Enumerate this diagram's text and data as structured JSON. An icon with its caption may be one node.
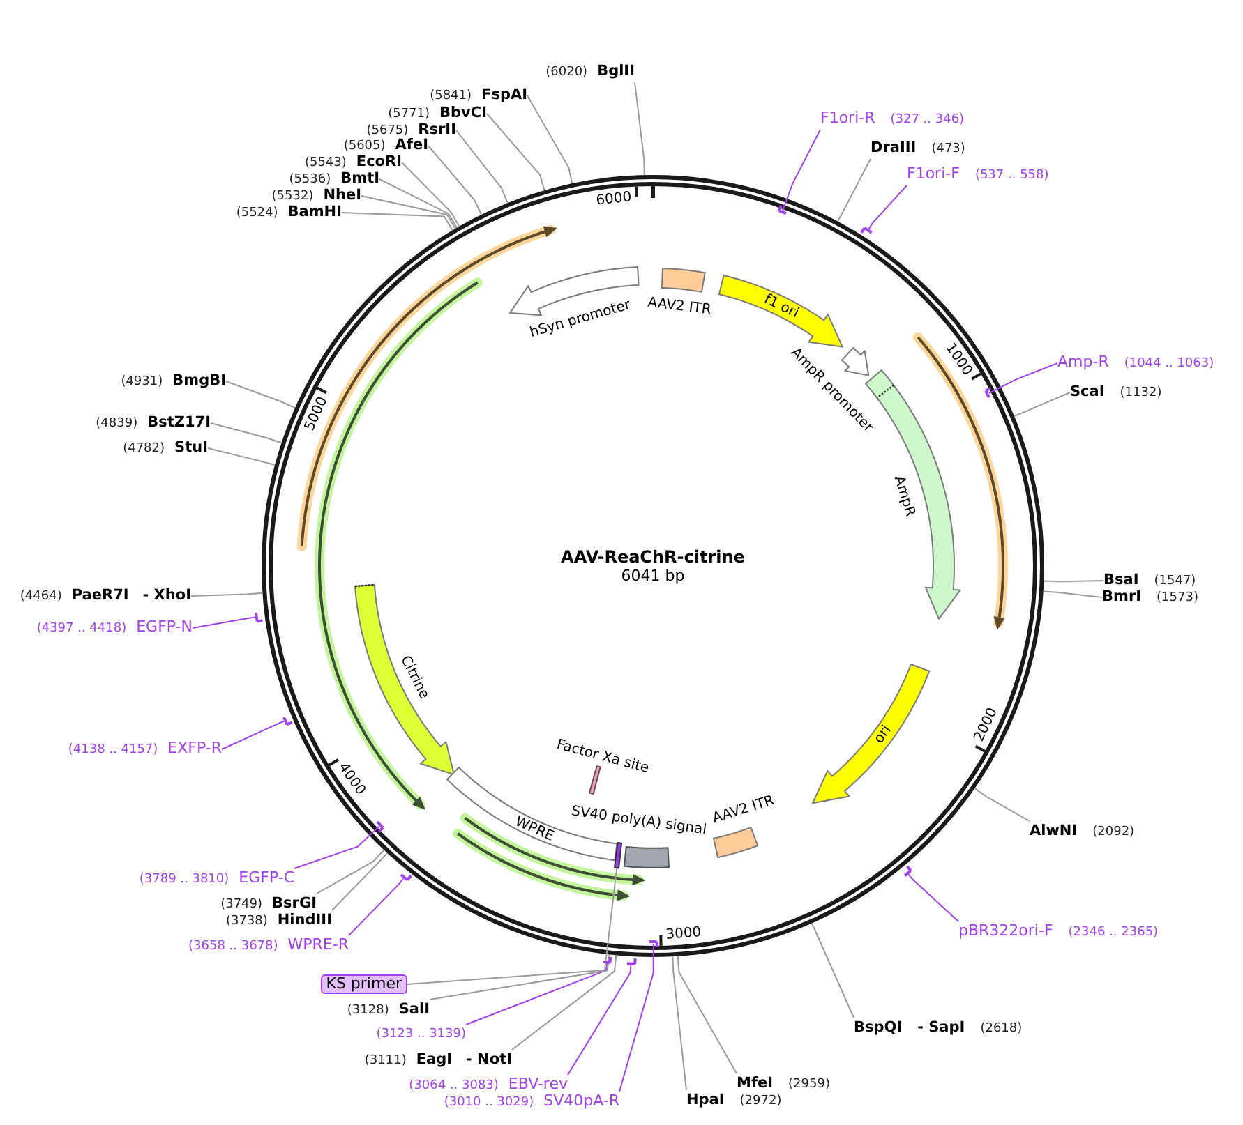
{
  "diagram": {
    "nodes": [
      {
        "text": [
          "AAV-ReaChR-citrine",
          "6041 bp"
        ]
      },
      {
        "text": [],
        "shape": "arrow",
        "in": 0,
        "beside": [
          "hSyn promoter"
        ]
      },
      {
        "text": [],
        "shape": "box",
        "in": 0,
        "beside": [
          "AAV2 ITR"
        ]
      },
      {
        "text": [
          "f1 ori"
        ],
        "in": 0
      },
      {
        "text": [],
        "shape": "arrow",
        "in": 0,
        "beside": [
          "AmpR promoter"
        ]
      },
      {
        "text": [],
        "shape": "arrow",
        "in": 0,
        "beside": [
          "AmpR"
        ]
      },
      {
        "text": [
          "ori"
        ],
        "in": 0
      },
      {
        "text": [],
        "shape": "box",
        "in": 0,
        "beside": [
          "AAV2 ITR"
        ]
      },
      {
        "text": [],
        "shape": "arrow",
        "in": 0,
        "beside": [
          "Citrine"
        ]
      },
      {
        "text": [],
        "shape": "bar",
        "in": 0,
        "beside": [
          "Factor Xa site"
        ]
      },
      {
        "text": [],
        "shape": "box",
        "in": 0
      },
      {
        "text": [
          "WPRE"
        ],
        "in": 0
      },
      {
        "text": [],
        "shape": "bar",
        "in": 0
      },
      {
        "text": [
          "(6020)",
          "BglII"
        ]
      },
      {
        "text": [
          "F1ori-R",
          "(327 .. 346)"
        ]
      },
      {
        "text": [],
        "shape": "line",
        "in": 0
      },
      {
        "text": [
          "DraIII",
          "(473)"
        ]
      },
      {
        "text": [
          "F1ori-F",
          "(537 .. 558)"
        ]
      },
      {
        "text": [],
        "shape": "line"
      },
      {
        "text": [
          "Amp-R",
          "(1044 .. 1063)"
        ]
      },
      {
        "text": [],
        "shape": "line",
        "in": 0
      },
      {
        "text": [
          "ScaI",
          "(1132)"
        ]
      },
      {
        "text": [
          "BsaI",
          "(1547)"
        ]
      },
      {
        "text": [
          "BmrI",
          "(1573)"
        ]
      },
      {
        "text": [
          "AlwNI",
          "(2092)"
        ]
      },
      {
        "text": [
          "pBR322ori-F",
          "(2346 .. 2365)"
        ]
      },
      {
        "text": [],
        "shape": "line"
      },
      {
        "text": [
          "BspQI",
          "- SapI",
          "(2618)"
        ]
      },
      {
        "text": [
          "MfeI",
          "(2959)"
        ]
      },
      {
        "text": [
          "HpaI",
          "(2972)"
        ]
      },
      {
        "text": [
          "(3010 .. 3029)",
          "SV40pA-R"
        ]
      },
      {
        "text": [],
        "shape": "line",
        "in": 0
      },
      {
        "text": [
          "(3064 .. 3083)",
          "EBV-rev"
        ]
      },
      {
        "text": [],
        "shape": "line"
      },
      {
        "text": [
          "(3111)",
          "EagI",
          "- NotI"
        ]
      },
      {
        "text": [
          "(3123 .. 3139)"
        ]
      },
      {
        "text": [],
        "shape": "line"
      },
      {
        "text": [
          "(3128)",
          "SalI"
        ]
      },
      {
        "text": [
          "KS primer"
        ]
      },
      {
        "text": [
          "(3658 .. 3678)",
          "WPRE-R"
        ]
      },
      {
        "text": [],
        "shape": "line"
      },
      {
        "text": [
          "(3738)",
          "HindIII"
        ]
      },
      {
        "text": [
          "(3749)",
          "BsrGI"
        ]
      },
      {
        "text": [
          "(3789 .. 3810)",
          "EGFP-C"
        ]
      },
      {
        "text": [],
        "shape": "line",
        "in": 0
      },
      {
        "text": [
          "(4138 .. 4157)",
          "EXFP-R"
        ]
      },
      {
        "text": [],
        "shape": "line"
      },
      {
        "text": [
          "(4397 .. 4418)",
          "EGFP-N"
        ]
      },
      {
        "text": [],
        "shape": "line"
      },
      {
        "text": [
          "(4464)",
          "PaeR7I",
          "- XhoI"
        ]
      },
      {
        "text": [
          "(4782)",
          "StuI"
        ]
      },
      {
        "text": [
          "(4839)",
          "BstZ17I"
        ]
      },
      {
        "text": [
          "(4931)",
          "BmgBI"
        ]
      },
      {
        "text": [
          "(5524)",
          "BamHI"
        ]
      },
      {
        "text": [
          "(5532)",
          "NheI"
        ]
      },
      {
        "text": [
          "(5536)",
          "BmtI"
        ]
      },
      {
        "text": [
          "(5543)",
          "EcoRI"
        ]
      },
      {
        "text": [
          "(5605)",
          "AfeI"
        ]
      },
      {
        "text": [
          "(5675)",
          "RsrII"
        ]
      },
      {
        "text": [
          "(5771)",
          "BbvCI"
        ]
      },
      {
        "text": [
          "(5841)",
          "FspAI"
        ]
      }
    ],
    "edges": [
      {
        "from": 13,
        "to": 0,
        "arrow": "none"
      },
      {
        "from": 14,
        "to": 15,
        "arrow": "none",
        "color": "#a040f0"
      },
      {
        "from": 16,
        "to": 0,
        "arrow": "none"
      },
      {
        "from": 17,
        "to": 18,
        "arrow": "none",
        "color": "#a040f0"
      },
      {
        "from": 19,
        "to": 20,
        "arrow": "none",
        "color": "#a040f0"
      },
      {
        "from": 21,
        "to": 0,
        "arrow": "none"
      },
      {
        "from": 22,
        "to": 0,
        "arrow": "none"
      },
      {
        "from": 23,
        "to": 0,
        "arrow": "none"
      },
      {
        "from": 24,
        "to": 0,
        "arrow": "none"
      },
      {
        "from": 25,
        "to": 26,
        "arrow": "none",
        "color": "#a040f0"
      },
      {
        "from": 27,
        "to": 0,
        "arrow": "none"
      },
      {
        "from": 28,
        "to": 0,
        "arrow": "none"
      },
      {
        "from": 29,
        "to": 0,
        "arrow": "none"
      },
      {
        "from": 30,
        "to": 31,
        "arrow": "none",
        "color": "#a040f0"
      },
      {
        "from": 32,
        "to": 33,
        "arrow": "none",
        "color": "#a040f0"
      },
      {
        "from": 34,
        "to": 0,
        "arrow": "none"
      },
      {
        "from": 35,
        "to": 36,
        "arrow": "none",
        "color": "#a040f0"
      },
      {
        "from": 37,
        "to": 0,
        "arrow": "none"
      },
      {
        "from": 38,
        "to": 12,
        "arrow": "none"
      },
      {
        "from": 39,
        "to": 40,
        "arrow": "none",
        "color": "#a040f0"
      },
      {
        "from": 41,
        "to": 0,
        "arrow": "none"
      },
      {
        "from": 42,
        "to": 0,
        "arrow": "none"
      },
      {
        "from": 43,
        "to": 44,
        "arrow": "none",
        "color": "#a040f0"
      },
      {
        "from": 45,
        "to": 46,
        "arrow": "none",
        "color": "#a040f0"
      },
      {
        "from": 47,
        "to": 48,
        "arrow": "none",
        "color": "#a040f0"
      },
      {
        "from": 49,
        "to": 0,
        "arrow": "none"
      },
      {
        "from": 50,
        "to": 0,
        "arrow": "none"
      },
      {
        "from": 51,
        "to": 0,
        "arrow": "none"
      },
      {
        "from": 52,
        "to": 0,
        "arrow": "none"
      },
      {
        "from": 53,
        "to": 0,
        "arrow": "none"
      },
      {
        "from": 54,
        "to": 0,
        "arrow": "none"
      },
      {
        "from": 55,
        "to": 0,
        "arrow": "none"
      },
      {
        "from": 56,
        "to": 0,
        "arrow": "none"
      },
      {
        "from": 57,
        "to": 0,
        "arrow": "none"
      },
      {
        "from": 58,
        "to": 0,
        "arrow": "none"
      },
      {
        "from": 59,
        "to": 0,
        "arrow": "none"
      },
      {
        "from": 60,
        "to": 0,
        "arrow": "none"
      }
    ],
    "labels": [
      "6000",
      "1000",
      "2000",
      "3000",
      "4000",
      "5000",
      "SV40 poly(A) signal"
    ]
  }
}
